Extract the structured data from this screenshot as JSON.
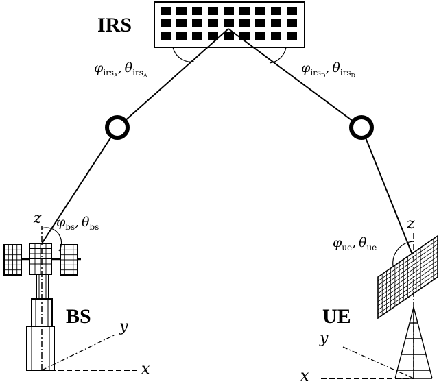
{
  "labels": {
    "irs": "IRS",
    "bs": "BS",
    "ue": "UE"
  },
  "axes": {
    "bs": {
      "z": "z",
      "y": "y",
      "x": "x"
    },
    "ue": {
      "z": "z",
      "y": "y",
      "x": "x"
    }
  },
  "angles": {
    "irs_a": {
      "phi": "φ",
      "phi_sub": "irs",
      "phi_subsub": "A",
      "sep": ",",
      "theta": "θ",
      "theta_sub": "irs",
      "theta_subsub": "A"
    },
    "irs_d": {
      "phi": "φ",
      "phi_sub": "irs",
      "phi_subsub": "D",
      "sep": ",",
      "theta": "θ",
      "theta_sub": "irs",
      "theta_subsub": "D"
    },
    "bs": {
      "phi": "φ",
      "phi_sub": "bs",
      "sep": ",",
      "theta": "θ",
      "theta_sub": "bs"
    },
    "ue": {
      "phi": "φ",
      "phi_sub": "ue",
      "sep": ",",
      "theta": "θ",
      "theta_sub": "ue"
    }
  }
}
